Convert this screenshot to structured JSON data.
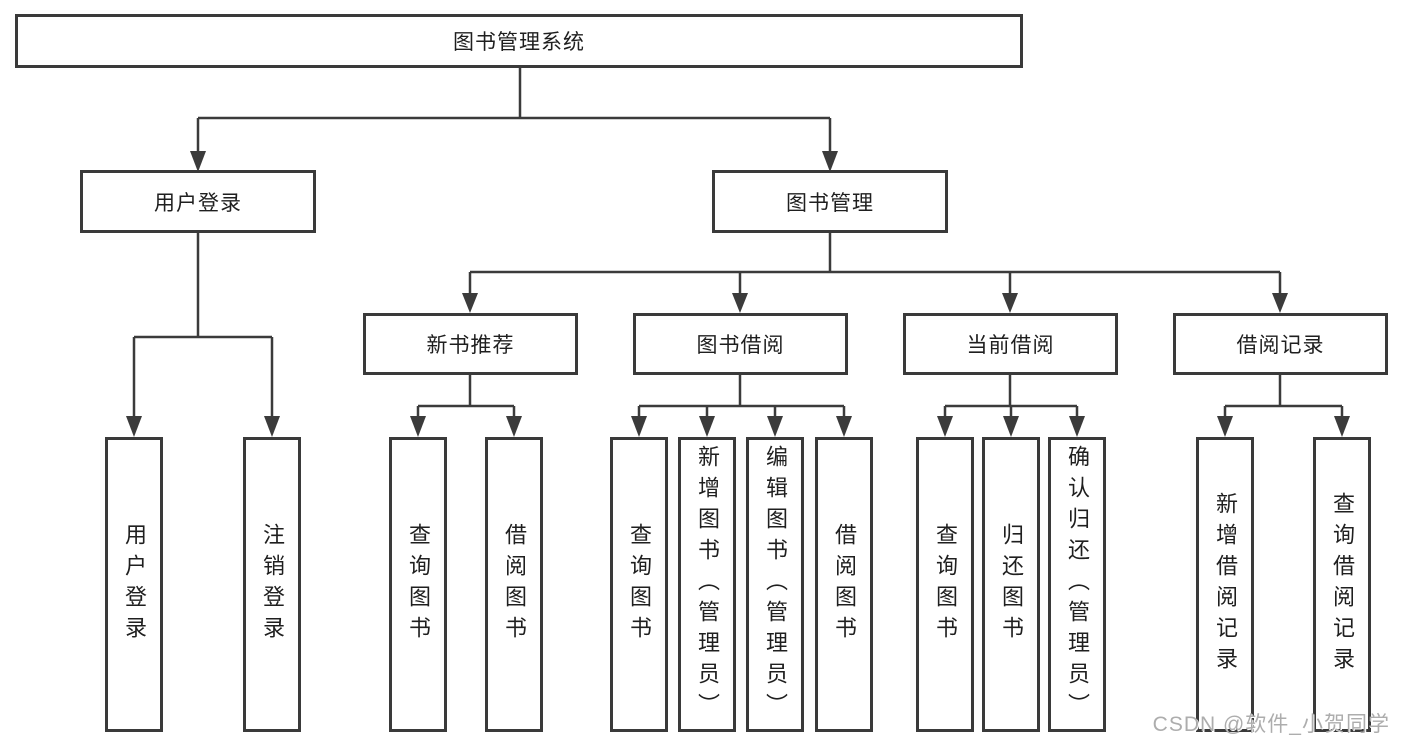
{
  "tree": {
    "label": "图书管理系统",
    "children": [
      {
        "label": "用户登录",
        "children": [
          {
            "label": "用户登录"
          },
          {
            "label": "注销登录"
          }
        ]
      },
      {
        "label": "图书管理",
        "children": [
          {
            "label": "新书推荐",
            "children": [
              {
                "label": "查询图书"
              },
              {
                "label": "借阅图书"
              }
            ]
          },
          {
            "label": "图书借阅",
            "children": [
              {
                "label": "查询图书"
              },
              {
                "label": "新增图书（管理员）"
              },
              {
                "label": "编辑图书（管理员）"
              },
              {
                "label": "借阅图书"
              }
            ]
          },
          {
            "label": "当前借阅",
            "children": [
              {
                "label": "查询图书"
              },
              {
                "label": "归还图书"
              },
              {
                "label": "确认归还（管理员）"
              }
            ]
          },
          {
            "label": "借阅记录",
            "children": [
              {
                "label": "新增借阅记录"
              },
              {
                "label": "查询借阅记录"
              }
            ]
          }
        ]
      }
    ]
  },
  "watermark": {
    "text": "CSDN @软件_小贺同学"
  },
  "colors": {
    "line": "#3b3b3b",
    "box_border": "#3a3a3a",
    "box_fill": "#ffffff",
    "text": "#1f1f1f",
    "watermark": "#adadad",
    "background": "#ffffff"
  }
}
